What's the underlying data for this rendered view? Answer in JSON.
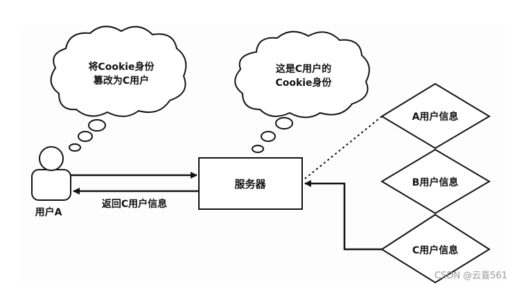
{
  "thought_bubble_left": {
    "line1": "将Cookie身份",
    "line2": "篡改为C用户"
  },
  "thought_bubble_right": {
    "line1": "这是C用户的",
    "line2": "Cookie身份"
  },
  "user": {
    "label": "用户A"
  },
  "server": {
    "label": "服务器"
  },
  "return_label": "返回C用户信息",
  "diamonds": [
    {
      "label": "A用户信息"
    },
    {
      "label": "B用户信息"
    },
    {
      "label": "C用户信息"
    }
  ],
  "watermark": "CSDN @云喜561"
}
